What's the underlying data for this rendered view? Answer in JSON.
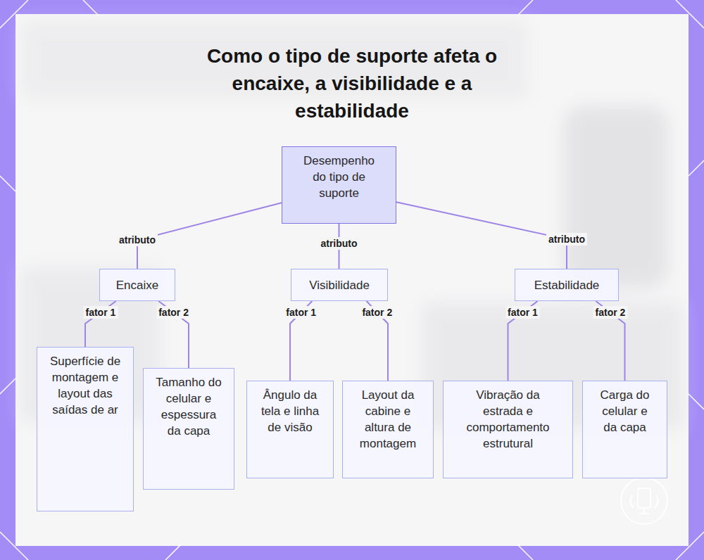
{
  "diagram": {
    "title": "Como o tipo de suporte afeta o encaixe, a visibilidade e a estabilidade",
    "nodes": [
      {
        "text": [
          "Desempenho do tipo de suporte"
        ]
      },
      {
        "text": [
          "Encaixe"
        ]
      },
      {
        "text": [
          "Visibilidade"
        ]
      },
      {
        "text": [
          "Estabilidade"
        ]
      },
      {
        "text": [
          "Superfície de montagem e layout das saídas de ar"
        ]
      },
      {
        "text": [
          "Tamanho do celular e espessura da capa"
        ]
      },
      {
        "text": [
          "Ângulo da tela e linha de visão"
        ]
      },
      {
        "text": [
          "Layout da cabine e altura de montagem"
        ]
      },
      {
        "text": [
          "Vibração da estrada e comportamento estrutural"
        ]
      },
      {
        "text": [
          "Carga do celular e da capa"
        ]
      }
    ],
    "edges": [
      {
        "from": 0,
        "to": 1,
        "label": "atributo",
        "arrow": "none"
      },
      {
        "from": 0,
        "to": 2,
        "label": "atributo",
        "arrow": "none"
      },
      {
        "from": 0,
        "to": 3,
        "label": "atributo",
        "arrow": "none"
      },
      {
        "from": 1,
        "to": 4,
        "label": "fator 1",
        "arrow": "none"
      },
      {
        "from": 1,
        "to": 5,
        "label": "fator 2",
        "arrow": "none"
      },
      {
        "from": 2,
        "to": 6,
        "label": "fator 1",
        "arrow": "none"
      },
      {
        "from": 2,
        "to": 7,
        "label": "fator 2",
        "arrow": "none"
      },
      {
        "from": 3,
        "to": 8,
        "label": "fator 1",
        "arrow": "none"
      },
      {
        "from": 3,
        "to": 9,
        "label": "fator 2",
        "arrow": "none"
      }
    ]
  }
}
